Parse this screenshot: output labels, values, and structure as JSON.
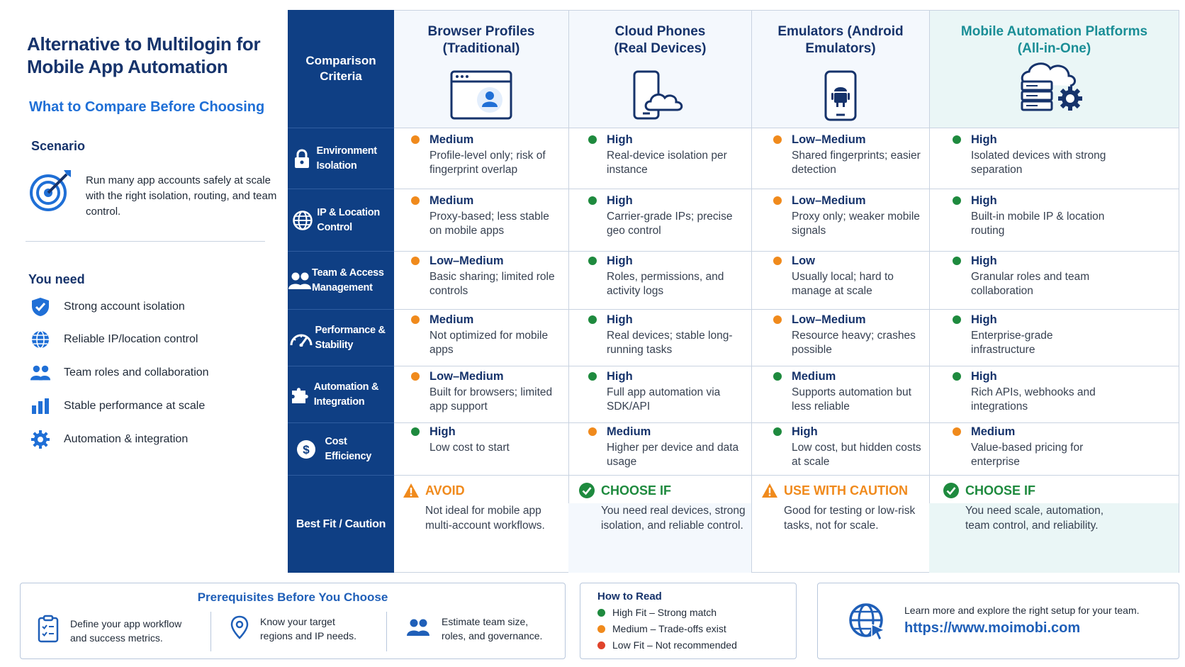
{
  "left": {
    "title": "Alternative to Multilogin for Mobile App Automation",
    "subtitle": "What to Compare Before Choosing",
    "scenario_heading": "Scenario",
    "scenario_text": "Run many app accounts safely at scale with the right isolation, routing, and team control.",
    "needs_heading": "You need",
    "needs": [
      {
        "label": "Strong account isolation",
        "icon": "shield-check-icon"
      },
      {
        "label": "Reliable IP/location control",
        "icon": "globe-icon"
      },
      {
        "label": "Team roles and collaboration",
        "icon": "users-icon"
      },
      {
        "label": "Stable performance at scale",
        "icon": "bar-chart-icon"
      },
      {
        "label": "Automation & integration",
        "icon": "gear-icon"
      }
    ]
  },
  "table": {
    "criteria_header": "Comparison Criteria",
    "columns": [
      {
        "title": "Browser Profiles (Traditional)",
        "icon": "browser-profile-icon"
      },
      {
        "title": "Cloud Phones (Real Devices)",
        "icon": "cloud-phone-icon"
      },
      {
        "title": "Emulators (Android Emulators)",
        "icon": "android-phone-icon"
      },
      {
        "title": "Mobile Automation Platforms (All-in-One)",
        "icon": "server-cloud-gear-icon"
      }
    ],
    "rows": [
      {
        "criterion": "Environment Isolation",
        "icon": "lock-icon",
        "cells": [
          {
            "level": "Medium",
            "status": "orange",
            "desc": "Profile-level only; risk of fingerprint overlap"
          },
          {
            "level": "High",
            "status": "green",
            "desc": "Real-device isolation per instance"
          },
          {
            "level": "Low–Medium",
            "status": "orange",
            "desc": "Shared fingerprints; easier detection"
          },
          {
            "level": "High",
            "status": "green",
            "desc": "Isolated devices with strong separation"
          }
        ]
      },
      {
        "criterion": "IP & Location Control",
        "icon": "globe-icon",
        "cells": [
          {
            "level": "Medium",
            "status": "orange",
            "desc": "Proxy-based; less stable on mobile apps"
          },
          {
            "level": "High",
            "status": "green",
            "desc": "Carrier-grade IPs; precise geo control"
          },
          {
            "level": "Low–Medium",
            "status": "orange",
            "desc": "Proxy only; weaker mobile signals"
          },
          {
            "level": "High",
            "status": "green",
            "desc": "Built-in mobile IP & location routing"
          }
        ]
      },
      {
        "criterion": "Team & Access Management",
        "icon": "users-icon",
        "cells": [
          {
            "level": "Low–Medium",
            "status": "orange",
            "desc": "Basic sharing; limited role controls"
          },
          {
            "level": "High",
            "status": "green",
            "desc": "Roles, permissions, and activity logs"
          },
          {
            "level": "Low",
            "status": "orange",
            "desc": "Usually local; hard to manage at scale"
          },
          {
            "level": "High",
            "status": "green",
            "desc": "Granular roles and team collaboration"
          }
        ]
      },
      {
        "criterion": "Performance & Stability",
        "icon": "gauge-icon",
        "cells": [
          {
            "level": "Medium",
            "status": "orange",
            "desc": "Not optimized for mobile apps"
          },
          {
            "level": "High",
            "status": "green",
            "desc": "Real devices; stable long-running tasks"
          },
          {
            "level": "Low–Medium",
            "status": "orange",
            "desc": "Resource heavy; crashes possible"
          },
          {
            "level": "High",
            "status": "green",
            "desc": "Enterprise-grade infrastructure"
          }
        ]
      },
      {
        "criterion": "Automation & Integration",
        "icon": "puzzle-icon",
        "cells": [
          {
            "level": "Low–Medium",
            "status": "orange",
            "desc": "Built for browsers; limited app support"
          },
          {
            "level": "High",
            "status": "green",
            "desc": "Full app automation via SDK/API"
          },
          {
            "level": "Medium",
            "status": "green",
            "desc": "Supports automation but less reliable"
          },
          {
            "level": "High",
            "status": "green",
            "desc": "Rich APIs, webhooks and integrations"
          }
        ]
      },
      {
        "criterion": "Cost Efficiency",
        "icon": "dollar-icon",
        "cells": [
          {
            "level": "High",
            "status": "green",
            "desc": "Low cost to start"
          },
          {
            "level": "Medium",
            "status": "orange",
            "desc": "Higher per device and data usage"
          },
          {
            "level": "High",
            "status": "green",
            "desc": "Low cost, but hidden costs at scale"
          },
          {
            "level": "Medium",
            "status": "orange",
            "desc": "Value-based pricing for enterprise"
          }
        ]
      }
    ],
    "best_fit": {
      "criterion": "Best Fit / Caution",
      "cells": [
        {
          "label": "AVOID",
          "kind": "warning",
          "desc": "Not ideal for mobile app multi-account workflows."
        },
        {
          "label": "CHOOSE IF",
          "kind": "check",
          "desc": "You need real devices, strong isolation, and reliable control."
        },
        {
          "label": "USE WITH CAUTION",
          "kind": "warning",
          "desc": "Good for testing or low-risk tasks, not for scale."
        },
        {
          "label": "CHOOSE IF",
          "kind": "check",
          "desc": "You need scale, automation, team control, and reliability."
        }
      ]
    }
  },
  "prereq": {
    "heading": "Prerequisites Before You Choose",
    "items": [
      {
        "text": "Define your app workflow and success metrics.",
        "icon": "clipboard-check-icon"
      },
      {
        "text": "Know your target regions and IP needs.",
        "icon": "map-pin-icon"
      },
      {
        "text": "Estimate team size, roles, and governance.",
        "icon": "users-icon"
      }
    ]
  },
  "howto": {
    "heading": "How to Read",
    "legend": [
      {
        "text": "High Fit – Strong match",
        "color": "#1e8a3e"
      },
      {
        "text": "Medium – Trade-offs exist",
        "color": "#f08a1c"
      },
      {
        "text": "Low Fit – Not recommended",
        "color": "#e0432b"
      }
    ]
  },
  "learn": {
    "text": "Learn more and explore the right setup for your team.",
    "url": "https://www.moimobi.com",
    "icon": "globe-cursor-icon"
  },
  "colors": {
    "navy": "#0f3f84",
    "green": "#1e8a3e",
    "orange": "#f08a1c",
    "red": "#e0432b",
    "blue": "#1f6fd6"
  }
}
